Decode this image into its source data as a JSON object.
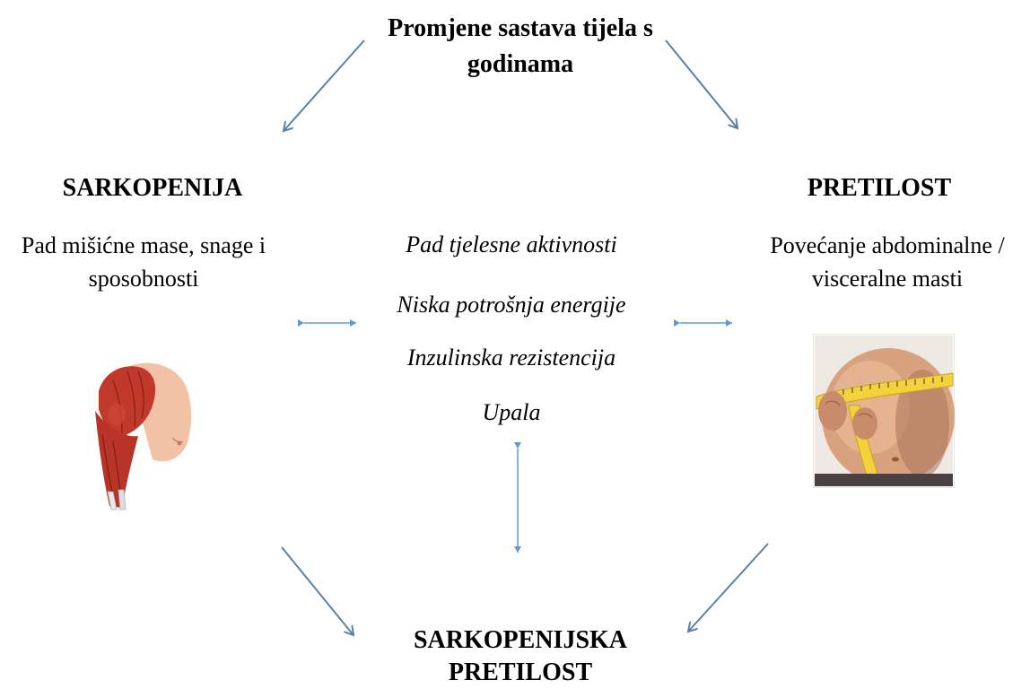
{
  "top": {
    "title": "Promjene sastava tijela s godinama"
  },
  "left": {
    "title": "SARKOPENIJA",
    "description": "Pad mišićne mase, snage i sposobnosti",
    "image_icon": "muscular-arm-icon"
  },
  "right": {
    "title": "PRETILOST",
    "description": "Povećanje abdominalne / visceralne masti",
    "image_icon": "measuring-tape-abdomen-icon"
  },
  "center": {
    "factors": [
      "Pad tjelesne aktivnosti",
      "Niska potrošnja energije",
      "Inzulinska rezistencija",
      "Upala"
    ]
  },
  "bottom": {
    "title": "SARKOPENIJSKA PRETILOST"
  },
  "colors": {
    "arrow_large": "#5b82a6",
    "arrow_small": "#5b9bd5"
  }
}
